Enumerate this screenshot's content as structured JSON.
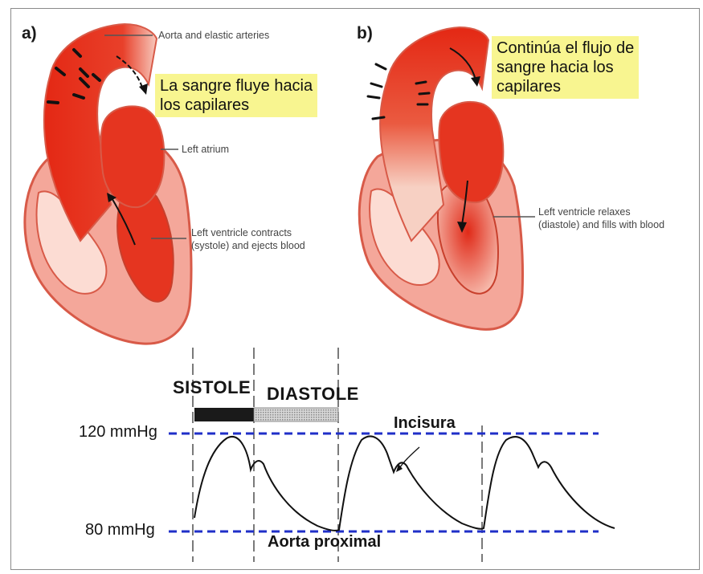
{
  "panels": {
    "a": {
      "letter": "a)",
      "label_aorta": "Aorta and elastic arteries",
      "note_lines": [
        "La sangre fluye hacia",
        "los capilares"
      ],
      "label_atrium": "Left atrium",
      "label_ventricle_lines": [
        "Left ventricle contracts",
        "(systole) and ejects blood"
      ]
    },
    "b": {
      "letter": "b)",
      "note_lines": [
        "Continúa el flujo de",
        "sangre hacia los",
        "capilares"
      ],
      "label_ventricle_lines": [
        "Left ventricle relaxes",
        "(diastole) and fills with blood"
      ]
    }
  },
  "waveform": {
    "systole_label": "SISTOLE",
    "diastole_label": "DIASTOLE",
    "high_pressure_label": "120 mmHg",
    "low_pressure_label": "80 mmHg",
    "incisura_label": "Incisura",
    "bottom_label": "Aorta proximal"
  },
  "colors": {
    "blood_red": "#e02a18",
    "muscle_pink": "#f4a79a",
    "outline": "#d85a48",
    "pressure_line": "#1f2fc8",
    "note_highlight": "#f8f590"
  }
}
